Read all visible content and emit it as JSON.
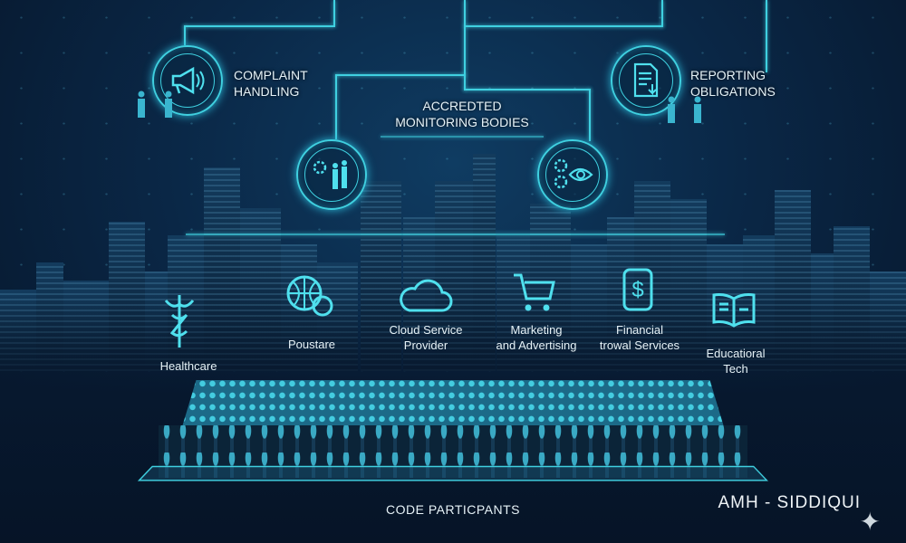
{
  "nodes": {
    "complaint": {
      "line1": "COMPLAINT",
      "line2": "HANDLING"
    },
    "reporting": {
      "line1": "REPORTING",
      "line2": "OBLIGATIONS"
    },
    "monitoring": {
      "line1": "ACCREDTED",
      "line2": "MONITORING BODIES"
    }
  },
  "categories": [
    {
      "label": "Healthcare",
      "icon": "caduceus-icon"
    },
    {
      "label": "Poustare",
      "icon": "globe-icon"
    },
    {
      "label": "Cloud Service\nProvider",
      "icon": "cloud-icon"
    },
    {
      "label": "Marketing\nand Advertising",
      "icon": "cart-icon"
    },
    {
      "label": "Financial\ntrowal Services",
      "icon": "dollar-icon"
    },
    {
      "label": "Educatioral\nTech",
      "icon": "book-icon"
    }
  ],
  "footer": "CODE PARTICPANTS",
  "watermark": "AMH - SIDDIQUI",
  "colors": {
    "accent": "#3fd0e0",
    "background": "#0a2746"
  }
}
